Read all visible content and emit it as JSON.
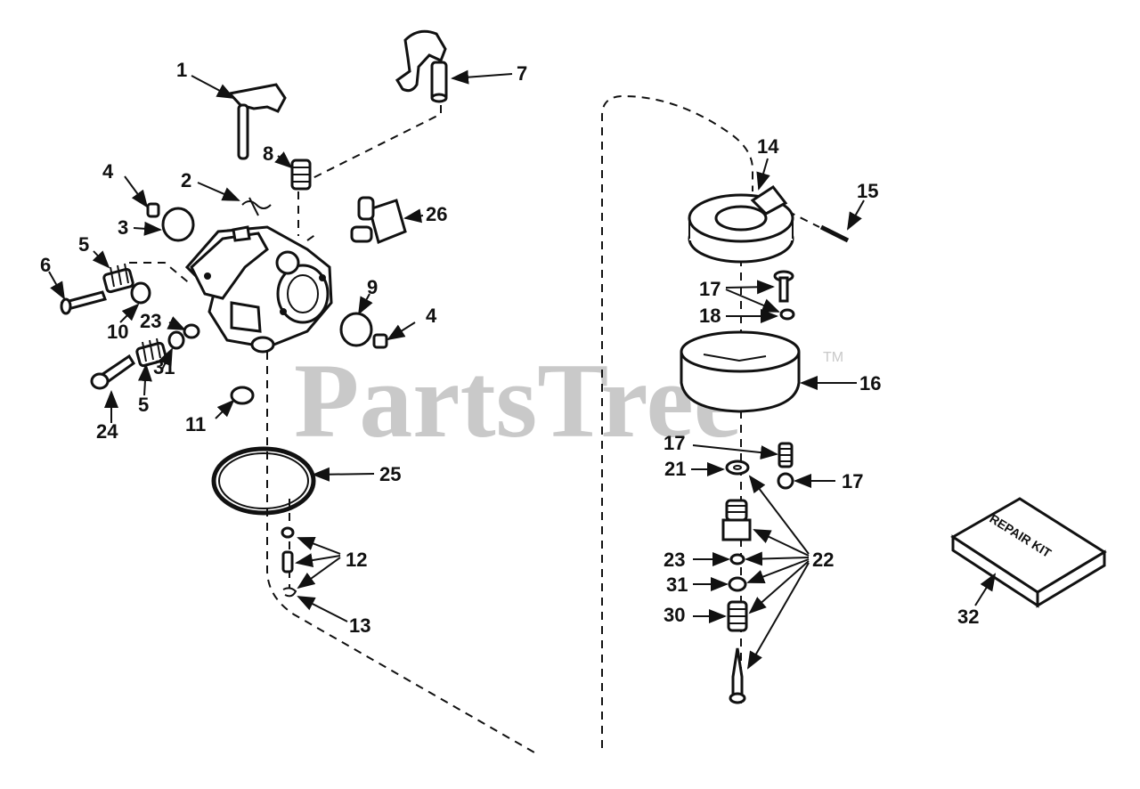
{
  "watermark": {
    "text": "PartsTree",
    "trademark": "TM"
  },
  "kit_text": "REPAIR KIT",
  "callouts": [
    {
      "id": "1",
      "text": "1"
    },
    {
      "id": "2",
      "text": "2"
    },
    {
      "id": "3",
      "text": "3"
    },
    {
      "id": "4a",
      "text": "4"
    },
    {
      "id": "4b",
      "text": "4"
    },
    {
      "id": "5a",
      "text": "5"
    },
    {
      "id": "5b",
      "text": "5"
    },
    {
      "id": "6",
      "text": "6"
    },
    {
      "id": "7",
      "text": "7"
    },
    {
      "id": "8",
      "text": "8"
    },
    {
      "id": "9",
      "text": "9"
    },
    {
      "id": "10",
      "text": "10"
    },
    {
      "id": "11",
      "text": "11"
    },
    {
      "id": "12",
      "text": "12"
    },
    {
      "id": "13",
      "text": "13"
    },
    {
      "id": "14",
      "text": "14"
    },
    {
      "id": "15",
      "text": "15"
    },
    {
      "id": "16",
      "text": "16"
    },
    {
      "id": "17a",
      "text": "17"
    },
    {
      "id": "17b",
      "text": "17"
    },
    {
      "id": "17c",
      "text": "17"
    },
    {
      "id": "18",
      "text": "18"
    },
    {
      "id": "21",
      "text": "21"
    },
    {
      "id": "22",
      "text": "22"
    },
    {
      "id": "23a",
      "text": "23"
    },
    {
      "id": "23b",
      "text": "23"
    },
    {
      "id": "24",
      "text": "24"
    },
    {
      "id": "25",
      "text": "25"
    },
    {
      "id": "26",
      "text": "26"
    },
    {
      "id": "30",
      "text": "30"
    },
    {
      "id": "31a",
      "text": "31"
    },
    {
      "id": "31b",
      "text": "31"
    },
    {
      "id": "32",
      "text": "32"
    }
  ]
}
